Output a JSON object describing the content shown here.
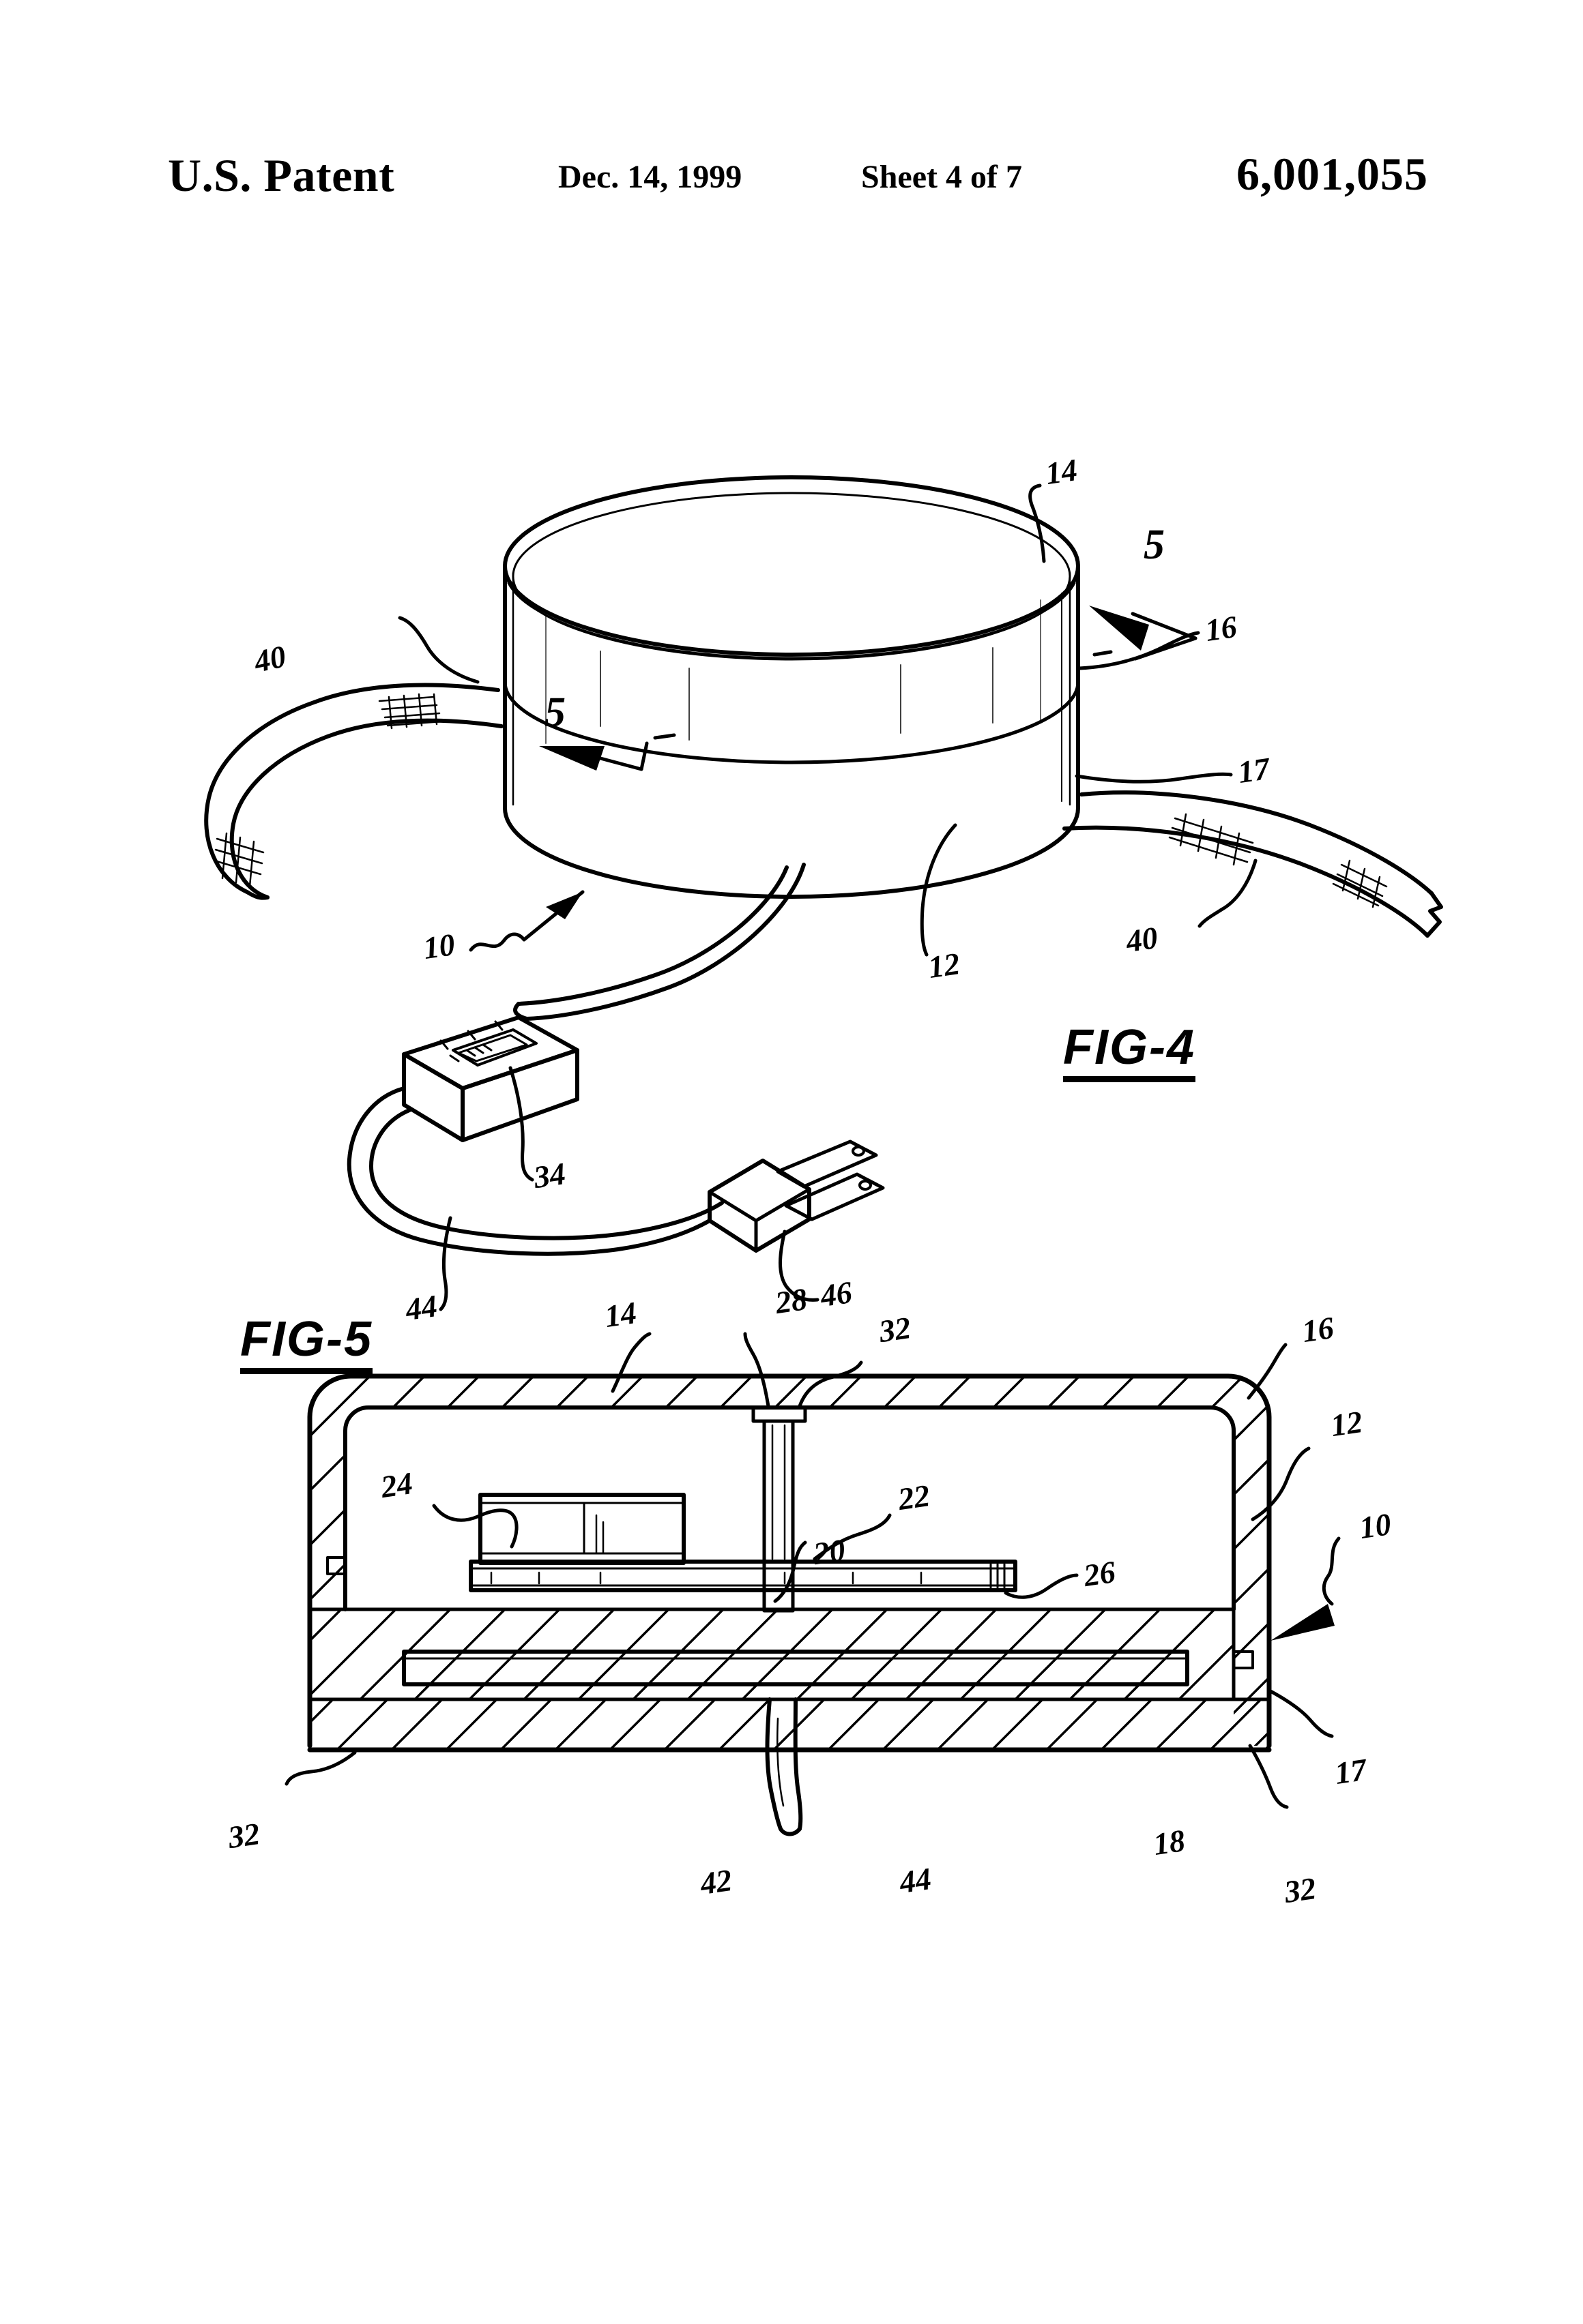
{
  "header": {
    "office": "U.S. Patent",
    "date": "Dec. 14, 1999",
    "sheet": "Sheet 4 of 7",
    "patent_number": "6,001,055"
  },
  "figures": [
    {
      "id": "fig4",
      "title": "FIG-4",
      "description": "Perspective view of a cylindrical heated foot-warmer device with hook-and-loop straps, in-line control box, power cord and wall plug.",
      "section_markers": [
        {
          "label": "5",
          "position": "upper-right"
        },
        {
          "label": "5",
          "position": "left-front"
        }
      ],
      "callouts": [
        {
          "ref": "14",
          "meaning": "top-cover"
        },
        {
          "ref": "16",
          "meaning": "upper-housing-wall"
        },
        {
          "ref": "17",
          "meaning": "lower-rim"
        },
        {
          "ref": "12",
          "meaning": "housing-body"
        },
        {
          "ref": "40",
          "meaning": "left-strap"
        },
        {
          "ref": "40",
          "meaning": "right-strap"
        },
        {
          "ref": "10",
          "meaning": "assembly-overall"
        },
        {
          "ref": "34",
          "meaning": "control-box"
        },
        {
          "ref": "44",
          "meaning": "power-cord"
        },
        {
          "ref": "46",
          "meaning": "wall-plug"
        }
      ]
    },
    {
      "id": "fig5",
      "title": "FIG-5",
      "description": "Sectional elevation taken along line 5-5 of FIG-4 showing internal heating element, support plate, post, and bottom pad.",
      "callouts": [
        {
          "ref": "14",
          "meaning": "top-cover-section"
        },
        {
          "ref": "28",
          "meaning": "center-post"
        },
        {
          "ref": "32",
          "meaning": "fastener-upper"
        },
        {
          "ref": "16",
          "meaning": "outer-shell"
        },
        {
          "ref": "12",
          "meaning": "housing-wall"
        },
        {
          "ref": "10",
          "meaning": "assembly-overall"
        },
        {
          "ref": "24",
          "meaning": "thermostat-block"
        },
        {
          "ref": "22",
          "meaning": "post-shaft"
        },
        {
          "ref": "20",
          "meaning": "support-plate"
        },
        {
          "ref": "26",
          "meaning": "plate-right-end"
        },
        {
          "ref": "32",
          "meaning": "fastener-lower-left"
        },
        {
          "ref": "32",
          "meaning": "fastener-lower-right"
        },
        {
          "ref": "42",
          "meaning": "cord-exit"
        },
        {
          "ref": "44",
          "meaning": "power-cord"
        },
        {
          "ref": "18",
          "meaning": "bottom-pad"
        },
        {
          "ref": "17",
          "meaning": "lower-rim"
        }
      ]
    }
  ],
  "labels": {
    "n10": "10",
    "n12": "12",
    "n14": "14",
    "n16": "16",
    "n17": "17",
    "n18": "18",
    "n20": "20",
    "n22": "22",
    "n24": "24",
    "n26": "26",
    "n28": "28",
    "n32": "32",
    "n34": "34",
    "n40": "40",
    "n42": "42",
    "n44": "44",
    "n46": "46",
    "n5": "5"
  },
  "colors": {
    "ink": "#000000",
    "paper": "#ffffff"
  }
}
